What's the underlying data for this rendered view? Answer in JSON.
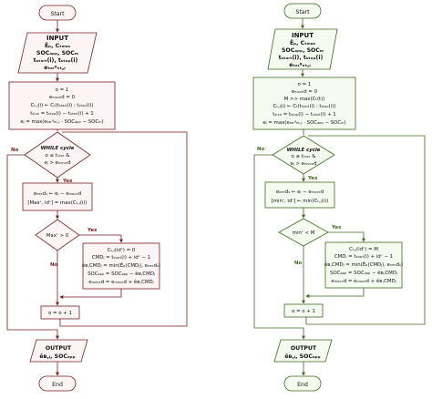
{
  "colors": {
    "left": "#7a1f1f",
    "left_fill": "#fdf5f5",
    "right": "#3d6b1e",
    "right_fill": "#f6fbf0"
  },
  "left": {
    "start": "Start",
    "input": [
      "INPUT",
      "Êₚ, Cₜₘₐₓ",
      "SOCₐₚₚ, SOCₘ",
      "tₛₜₐᵣₜ(i), tₛₜₒₚ(i)",
      "eₜₐᵣᵍₑₜ,ⱼ"
    ],
    "init": [
      "o = 1",
      "eₘₒᵥₑd = 0",
      "Cₜ,ⱼ(i) ← Cₜ(tₛₜₐᵣₜ(i) : tₛₜₒₚ(i))",
      "tₛᵢₓₑ = tₛₜₒₚ(i) − tₛₜₐᵣₜ(i) + 1",
      "eⱼ = max(eₜₐᵣᵍₑₜ,ⱼ · SOCₐₚₚ − SOCₘ)"
    ],
    "while_title": "WHILE cycle",
    "while_cond": [
      "o ≤ tₛᵢₓₑ &",
      "eⱼ > eₘₒᵥₑd"
    ],
    "yes1": "Yes",
    "no1": "No",
    "needs": [
      "eₙₑₑdₛ ← eⱼ − eₘₒᵥₑd",
      "[Maxᶜ, idᶜ] = max(Cₜ,ⱼ(i))"
    ],
    "cond2": "Maxᶜ > 0",
    "yes2": "Yes",
    "no2": "No",
    "update": [
      "Cₜ,ⱼ(idᶜ) = 0",
      "CMDⱼ = tₛₜₐᵣₜ(i) + idᶜ − 1",
      "êʙ,CMDⱼ = min(Êₚ(CMDⱼ), eₙₑₑdₛ)",
      "SOCₐₚₚ = SOCₐₚₚ − êʙ,CMDⱼ",
      "eₘₒᵥₑd = eₘₒᵥₑd + êʙ,CMDⱼ"
    ],
    "incr": "o = o + 1",
    "output": [
      "OUTPUT",
      "êʙ,ⱼ, SOCₐₚₚ"
    ],
    "end": "End"
  },
  "right": {
    "start": "Start",
    "input": [
      "INPUT",
      "Êₚ, Cₜₘₐₓ",
      "SOCₐₚₚ, SOCₘ",
      "tₛₜₐᵣₜ(i), tₛₜₒₚ(i)",
      "eₜₐᵣᵍₑₜ,ⱼ"
    ],
    "init": [
      "o = 1",
      "eₘₒᵥₑd = 0",
      "M >> max(Cₜ(t))",
      "Cₜ,ⱼ(i) ← Cₜ(tₛₜₐᵣₜ(i) : tₛₜₒₚ(i))",
      "tₛᵢₓₑ = tₛₜₒₚ(i) − tₛₜₐᵣₜ(i) + 1",
      "eⱼ = max(eₜₐᵣᵍₑₜ,ⱼ · SOCₐₚₚ − SOCₘ)"
    ],
    "while_title": "WHILE cycle",
    "while_cond": [
      "o ≤ tₛᵢₓₑ &",
      "eⱼ > eₘₒᵥₑd"
    ],
    "yes1": "Yes",
    "no1": "No",
    "needs": [
      "eₙₑₑdₛ ← eⱼ − eₘₒᵥₑd",
      "[minᶜ, idᶜ] ← min(Cₜ,ⱼ(i))"
    ],
    "cond2": "minᶜ < M",
    "yes2": "Yes",
    "no2": "No",
    "update": [
      "Cₜ,ⱼ(idᶜ) = M",
      "CMDⱼ = tₛₜₐᵣₜ(i) + idᶜ − 1",
      "êʙ,CMDⱼ = min(Êₚ(CMDⱼ), eₙₑₑdₛ)",
      "SOCₐₚₚ = SOCₐₚₚ − êʙ,CMDⱼ",
      "eₘₒᵥₑd = eₘₒᵥₑd + êʙ,CMDⱼ"
    ],
    "incr": "o = o + 1",
    "output": [
      "OUTPUT",
      "êʙ,ⱼ, SOCₐₚₚ"
    ],
    "end": "End"
  }
}
